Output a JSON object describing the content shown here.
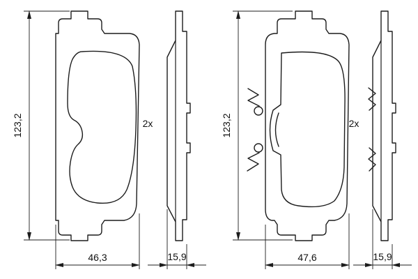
{
  "colors": {
    "background": "#ffffff",
    "line": "#1c1c1c"
  },
  "views": {
    "left_front": {
      "height_label": "123,2",
      "width_label": "46,3"
    },
    "left_side": {
      "quantity_label": "2x",
      "thickness_label": "15,9"
    },
    "right_front": {
      "height_label": "123,2",
      "width_label": "47,6"
    },
    "right_side": {
      "quantity_label": "2x",
      "thickness_label": "15,9"
    }
  }
}
